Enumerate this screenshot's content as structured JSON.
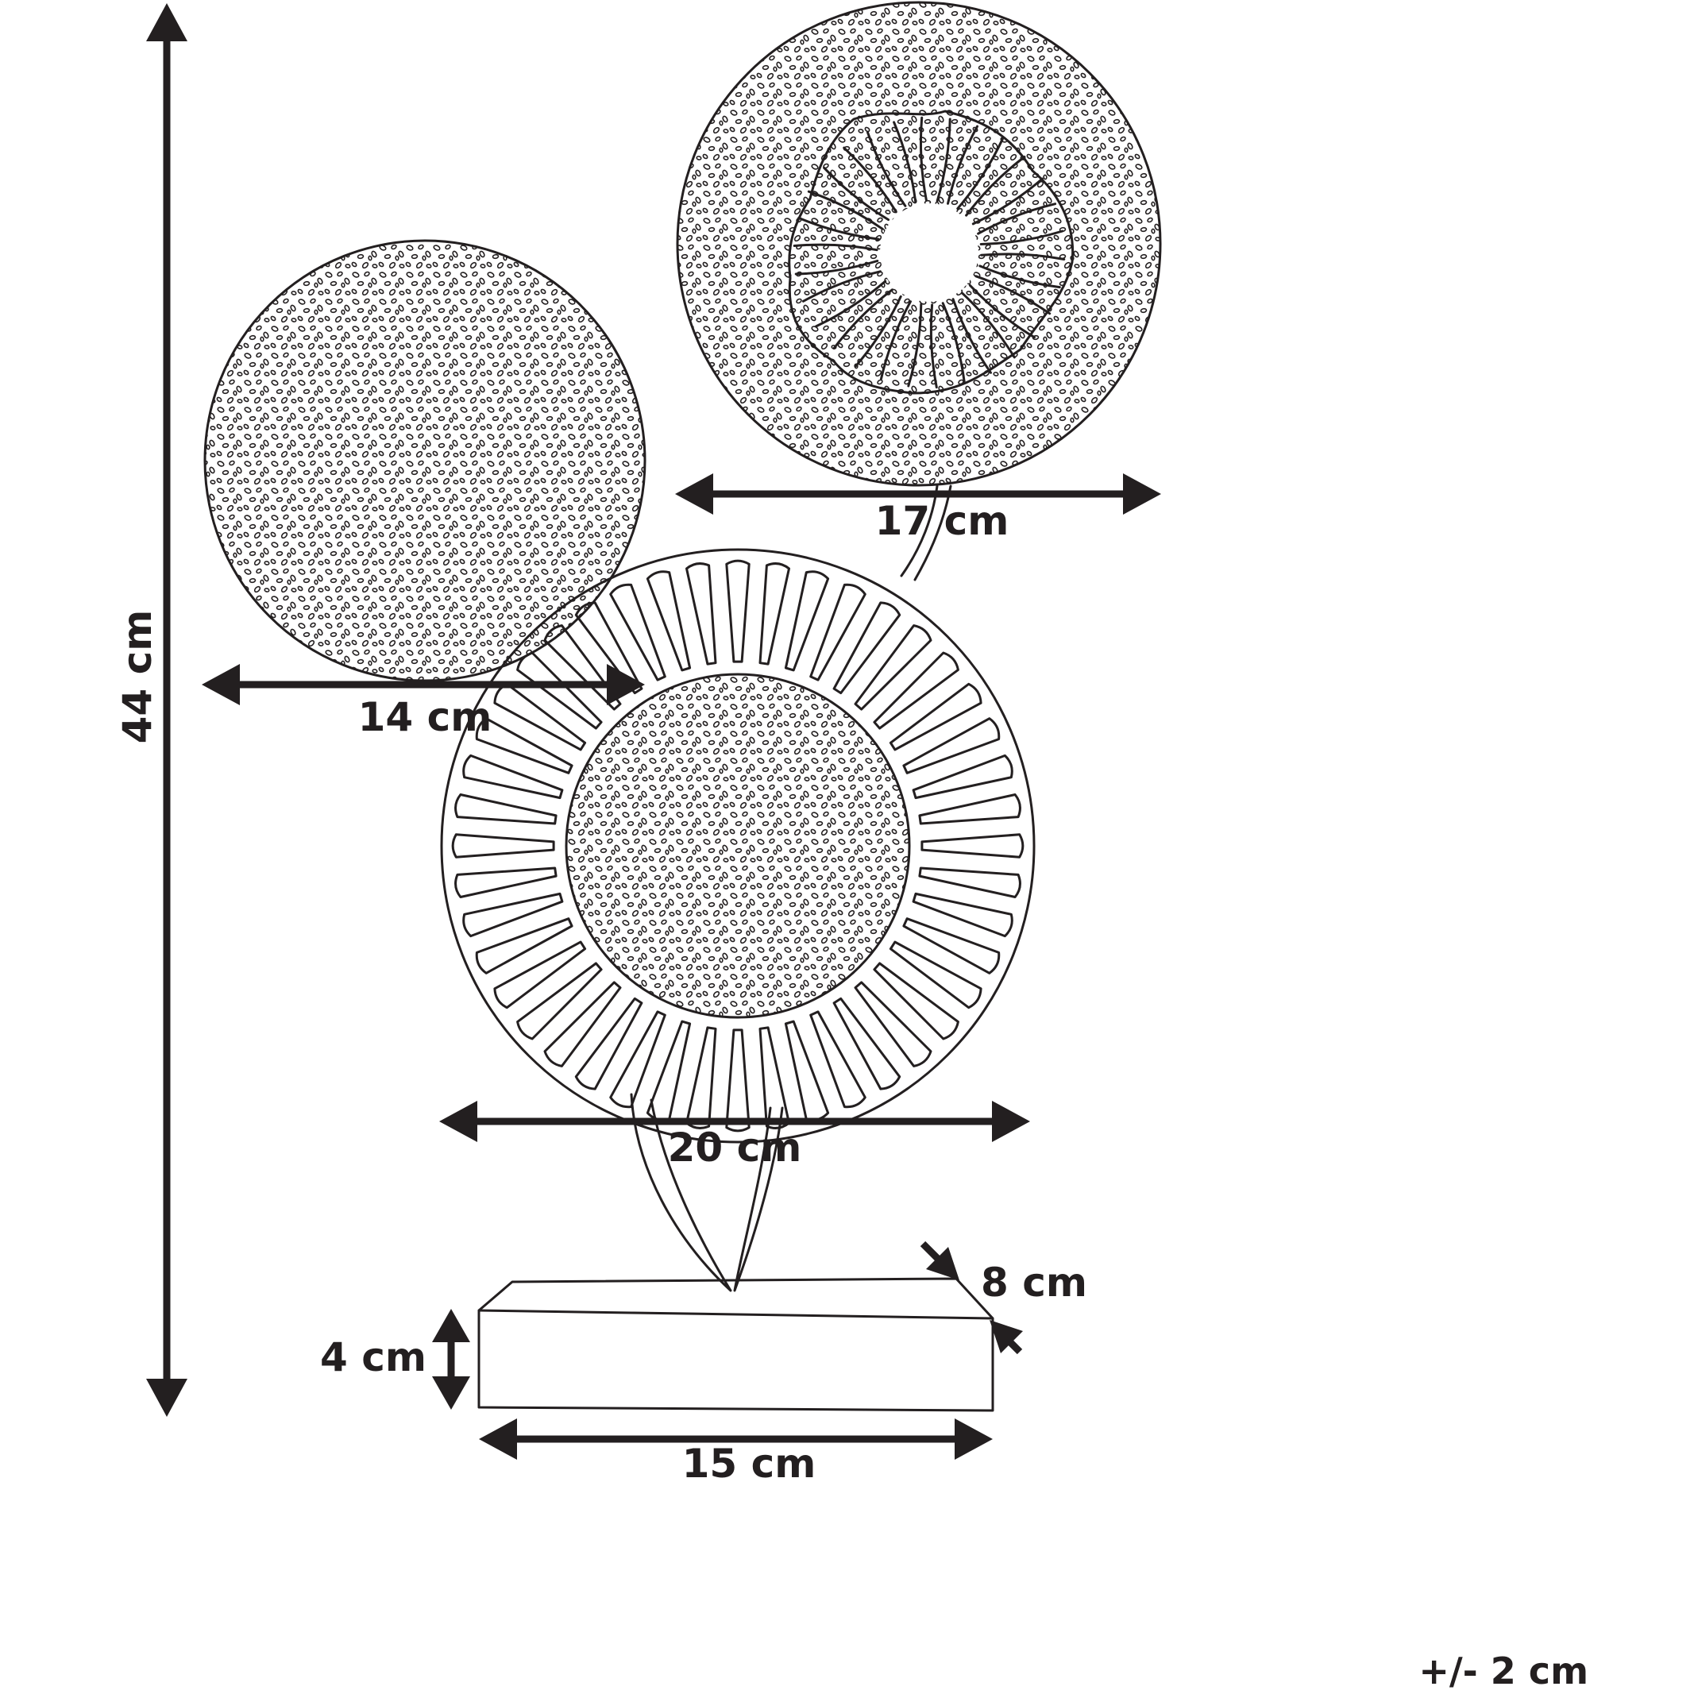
{
  "dimensions": {
    "height_total": "44 cm",
    "left_disc_width": "14 cm",
    "top_right_disc_width": "17 cm",
    "large_disc_width": "20 cm",
    "base_depth": "8 cm",
    "base_height": "4 cm",
    "base_width": "15 cm"
  },
  "tolerance": "+/- 2 cm",
  "colors": {
    "line": "#231f20",
    "background": "#ffffff"
  }
}
